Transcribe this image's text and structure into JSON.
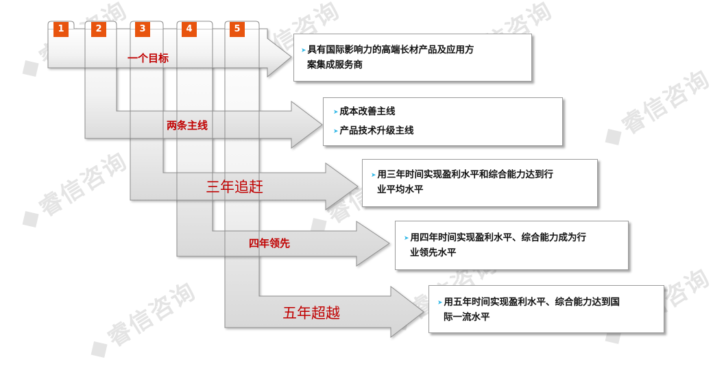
{
  "watermark": "睿信咨询",
  "steps": [
    "1",
    "2",
    "3",
    "4",
    "5"
  ],
  "labels": [
    "一个目标",
    "两条主线",
    "三年追赶",
    "四年领先",
    "五年超越"
  ],
  "boxes": [
    {
      "lines": [
        "具有国际影响力的高端长材产品及应用方",
        "案集成服务商"
      ]
    },
    {
      "lines": [
        "成本改善主线",
        "产品技术升级主线"
      ]
    },
    {
      "lines": [
        "用三年时间实现盈利水平和综合能力达到行",
        "业平均水平"
      ]
    },
    {
      "lines": [
        "用四年时间实现盈利水平、综合能力成为行",
        "业领先水平"
      ]
    },
    {
      "lines": [
        "用五年时间实现盈利水平、综合能力达到国",
        "际一流水平"
      ]
    }
  ],
  "colors": {
    "step_badge": "#e8540e",
    "label_red": "#c00000",
    "bullet": "#2fb7e6",
    "arrow_stroke": "#8c8c8c"
  }
}
